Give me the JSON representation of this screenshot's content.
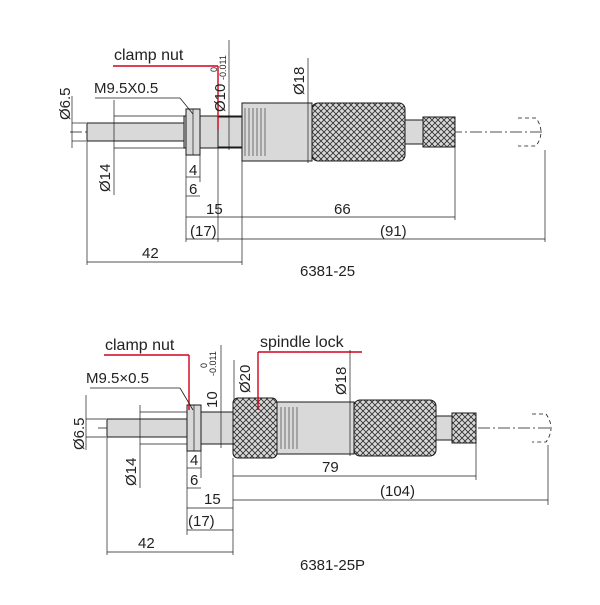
{
  "colors": {
    "line": "#1a1a1a",
    "body": "#d9d9d9",
    "highlight": "#d0021b"
  },
  "top": {
    "model": "6381-25",
    "callout_clamp": "clamp nut",
    "thread": "M9.5X0.5",
    "dims": {
      "d65": "Ø6.5",
      "d14": "Ø14",
      "d10": "Ø10",
      "d10_tol_upper": "0",
      "d10_tol_lower": "-0.011",
      "d18": "Ø18",
      "w4": "4",
      "w6": "6",
      "w15": "15",
      "w17": "(17)",
      "w66": "66",
      "w91": "(91)",
      "w42": "42"
    }
  },
  "bottom": {
    "model": "6381-25P",
    "callout_clamp": "clamp nut",
    "callout_lock": "spindle lock",
    "thread": "M9.5×0.5",
    "dims": {
      "d65": "Ø6.5",
      "d14": "Ø14",
      "d10": "10",
      "d10_tol_upper": "0",
      "d10_tol_lower": "-0.011",
      "d20": "Ø20",
      "d18": "Ø18",
      "w4": "4",
      "w6": "6",
      "w15": "15",
      "w17": "(17)",
      "w79": "79",
      "w104": "(104)",
      "w42": "42"
    }
  }
}
